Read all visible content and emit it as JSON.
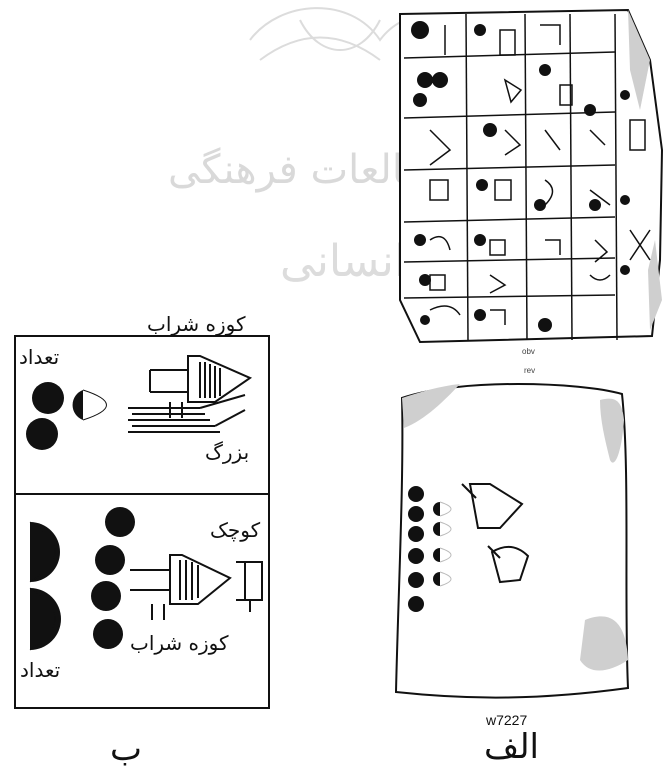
{
  "watermark": {
    "line1": "ومطالعات فرهنگی",
    "line2": "انسانی"
  },
  "tablet_top": {
    "obv_label": "obv",
    "rev_label": "rev"
  },
  "panel_b": {
    "top_box": {
      "title": "کوزه شراب",
      "count_label": "تعداد",
      "size_label": "بزرگ"
    },
    "bottom_box": {
      "small_label": "کوچک",
      "jar_label": "کوزه شراب",
      "count_label": "تعداد"
    },
    "caption": "ب"
  },
  "panel_alef": {
    "tablet_id": "w7227",
    "caption": "الف"
  },
  "colors": {
    "ink": "#111111",
    "watermark": "#d9d9d9",
    "tablet_stain": "#cfcfcf"
  },
  "icons": [
    "wine-jar-sign",
    "count-circle",
    "count-half-circle",
    "large-sign",
    "small-sign"
  ]
}
